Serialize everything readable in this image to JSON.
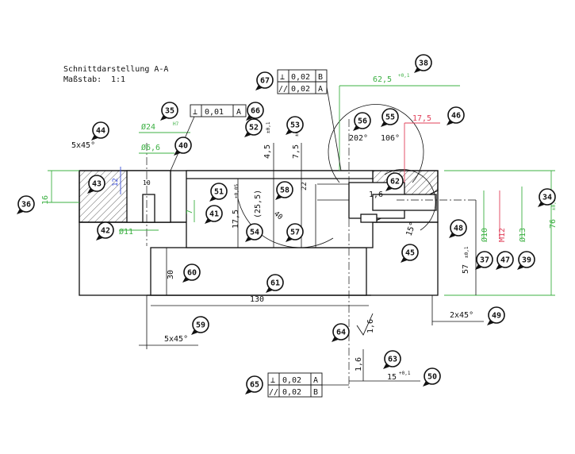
{
  "header": {
    "title": "Schnittdarstellung A-A",
    "scale_label": "Maßstab:",
    "scale_value": "1:1"
  },
  "balloons": [
    "34",
    "35",
    "36",
    "37",
    "38",
    "39",
    "40",
    "41",
    "42",
    "43",
    "44",
    "45",
    "46",
    "47",
    "48",
    "49",
    "50",
    "51",
    "52",
    "53",
    "54",
    "55",
    "56",
    "57",
    "58",
    "59",
    "60",
    "61",
    "62",
    "63",
    "64",
    "65",
    "66",
    "67"
  ],
  "dimensions": {
    "d24": "Ø24",
    "d24_tol": "H7",
    "d6_6": "Ø6,6",
    "d11": "Ø11",
    "chamfer_44": "5x45°",
    "chamfer_59": "5x45°",
    "chamfer_49": "2x45°",
    "len_62_5": "62,5",
    "len_62_5_tol": "+0,1",
    "len_17_5_red": "17,5",
    "len_17_5": "17,5",
    "len_17_5_tol": "±0,05",
    "len_4_5": "4,5",
    "len_4_5_tol": "±0,1",
    "len_7_5": "7,5",
    "len_7_5_tol": "±0,1",
    "len_25_5": "(25,5)",
    "len_22": "22",
    "len_1_6": "1,6",
    "len_40": "40",
    "ang_202": "202°",
    "ang_106": "106°",
    "ang_15": "15°",
    "len_7": "7",
    "len_10": "10",
    "len_12": "12",
    "len_16": "16",
    "len_30": "30",
    "len_130": "130",
    "len_15": "15",
    "len_15_tol": "+0,1",
    "d10": "Ø10",
    "m12": "M12",
    "d13": "Ø13",
    "len_57": "57",
    "len_57_tol": "±0,1",
    "len_76": "76",
    "len_76_tol": "±0,1",
    "surf_1_6_a": "1,6",
    "surf_1_6_b": "1,6"
  },
  "tolerance_frames": {
    "f66": {
      "sym": "⊥",
      "val": "0,01",
      "ref": "A"
    },
    "f67a": {
      "sym": "⊥",
      "val": "0,02",
      "ref": "B"
    },
    "f67b": {
      "sym": "//",
      "val": "0,02",
      "ref": "A"
    },
    "f65a": {
      "sym": "⊥",
      "val": "0,02",
      "ref": "A"
    },
    "f65b": {
      "sym": "//",
      "val": "0,02",
      "ref": "B"
    }
  },
  "colors": {
    "line": "#111111",
    "green_dim": "#3cb043",
    "red_dim": "#e0405a",
    "blue_dim": "#3b4fd8",
    "balloon_fill": "#111111"
  }
}
